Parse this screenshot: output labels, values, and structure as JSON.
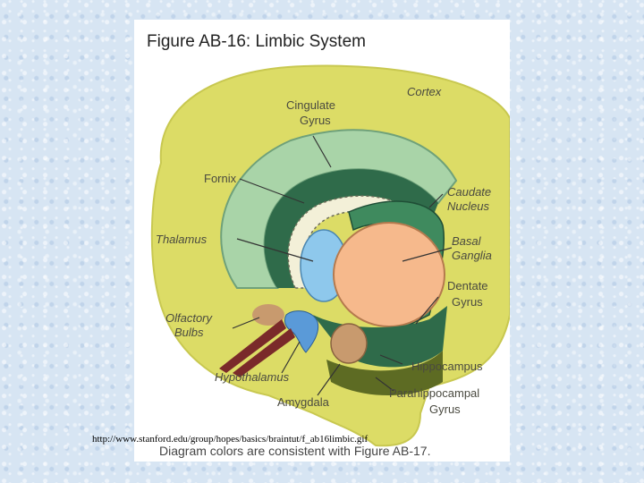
{
  "figure": {
    "title": "Figure AB-16: Limbic System",
    "labels": {
      "cortex": "Cortex",
      "cingulate_gyrus_1": "Cingulate",
      "cingulate_gyrus_2": "Gyrus",
      "fornix": "Fornix",
      "caudate_nucleus_1": "Caudate",
      "caudate_nucleus_2": "Nucleus",
      "thalamus": "Thalamus",
      "basal_ganglia_1": "Basal",
      "basal_ganglia_2": "Ganglia",
      "dentate_gyrus_1": "Dentate",
      "dentate_gyrus_2": "Gyrus",
      "olfactory_bulbs_1": "Olfactory",
      "olfactory_bulbs_2": "Bulbs",
      "hippocampus": "Hippocampus",
      "hypothalamus": "Hypothalamus",
      "parahippocampal_gyrus_1": "Parahippocampal",
      "parahippocampal_gyrus_2": "Gyrus",
      "amygdala": "Amygdala"
    },
    "footer": "Diagram colors are consistent with Figure AB-17."
  },
  "source_url": "http://www.stanford.edu/group/hopes/basics/braintut/f_ab16limbic.gif",
  "colors": {
    "cortex": "#dcdc66",
    "cingulate": "#a9d4a8",
    "dark_green": "#2f6b4a",
    "mid_green": "#3f8a5e",
    "basal_ganglia": "#f6b98c",
    "thalamus_blue": "#8ec8ec",
    "amygdala": "#c89a6e",
    "olfactory": "#7a2a2a",
    "parahippocampal": "#5d6b23"
  }
}
